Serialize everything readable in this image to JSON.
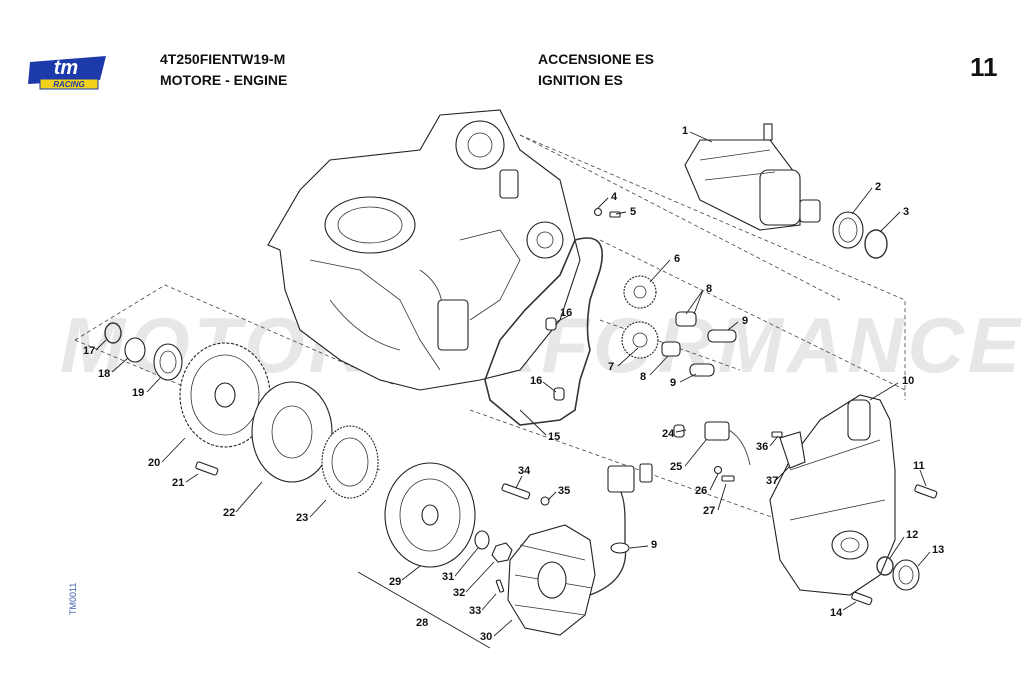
{
  "header": {
    "brand": "tm",
    "brand_sub": "RACING",
    "model_code": "4T250FIENTW19-M",
    "section_it": "ACCENSIONE ES",
    "group": "MOTORE - ENGINE",
    "section_en": "IGNITION ES",
    "page_number": "11"
  },
  "watermark": "MOTORPERFORMANCE",
  "drawing_code": "TM0011",
  "callouts": [
    {
      "id": "c1",
      "label": "1"
    },
    {
      "id": "c2",
      "label": "2"
    },
    {
      "id": "c3",
      "label": "3"
    },
    {
      "id": "c4",
      "label": "4"
    },
    {
      "id": "c5",
      "label": "5"
    },
    {
      "id": "c6",
      "label": "6"
    },
    {
      "id": "c7",
      "label": "7"
    },
    {
      "id": "c8a",
      "label": "8"
    },
    {
      "id": "c8b",
      "label": "8"
    },
    {
      "id": "c9a",
      "label": "9"
    },
    {
      "id": "c9b",
      "label": "9"
    },
    {
      "id": "c9c",
      "label": "9"
    },
    {
      "id": "c10",
      "label": "10"
    },
    {
      "id": "c11",
      "label": "11"
    },
    {
      "id": "c12",
      "label": "12"
    },
    {
      "id": "c13",
      "label": "13"
    },
    {
      "id": "c14",
      "label": "14"
    },
    {
      "id": "c15",
      "label": "15"
    },
    {
      "id": "c16a",
      "label": "16"
    },
    {
      "id": "c16b",
      "label": "16"
    },
    {
      "id": "c17",
      "label": "17"
    },
    {
      "id": "c18",
      "label": "18"
    },
    {
      "id": "c19",
      "label": "19"
    },
    {
      "id": "c20",
      "label": "20"
    },
    {
      "id": "c21",
      "label": "21"
    },
    {
      "id": "c22",
      "label": "22"
    },
    {
      "id": "c23",
      "label": "23"
    },
    {
      "id": "c24",
      "label": "24"
    },
    {
      "id": "c25",
      "label": "25"
    },
    {
      "id": "c26",
      "label": "26"
    },
    {
      "id": "c27",
      "label": "27"
    },
    {
      "id": "c28",
      "label": "28"
    },
    {
      "id": "c29",
      "label": "29"
    },
    {
      "id": "c30",
      "label": "30"
    },
    {
      "id": "c31",
      "label": "31"
    },
    {
      "id": "c32",
      "label": "32"
    },
    {
      "id": "c33",
      "label": "33"
    },
    {
      "id": "c34",
      "label": "34"
    },
    {
      "id": "c35",
      "label": "35"
    },
    {
      "id": "c36",
      "label": "36"
    },
    {
      "id": "c37",
      "label": "37"
    }
  ],
  "colors": {
    "brand_blue": "#1c3aa9",
    "brand_yellow": "#f2d21b",
    "watermark": "#e7e7e7"
  }
}
